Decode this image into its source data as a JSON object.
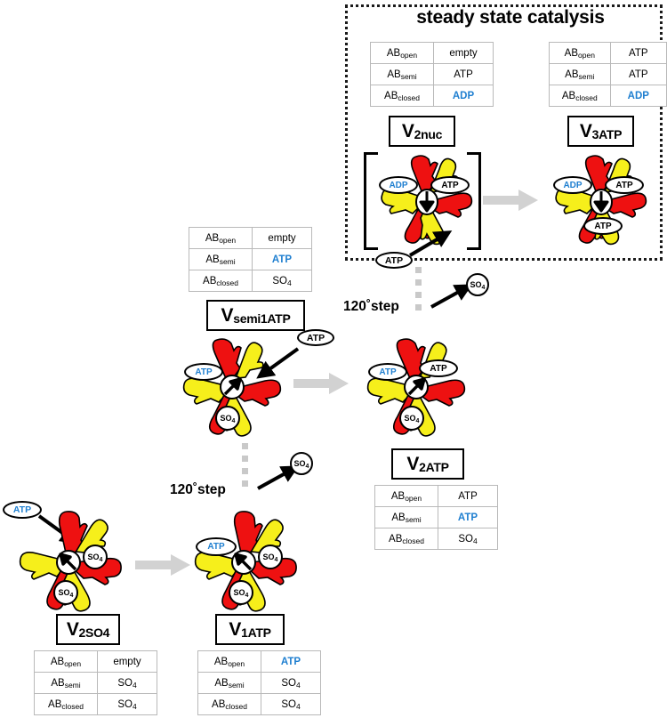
{
  "title": "steady state catalysis",
  "colors": {
    "subunit_red": "#ee1111",
    "subunit_yellow": "#f6ef1b",
    "highlight_blue": "#1f7fd0",
    "arrow_gray": "#d2d2d2",
    "dotted_gray": "#c9c9c9"
  },
  "row_keys": {
    "open": "AB",
    "open_sub": "open",
    "semi": "AB",
    "semi_sub": "semi",
    "closed": "AB",
    "closed_sub": "closed"
  },
  "labels": {
    "v_semi1atp_pre": "V",
    "v_semi1atp_sub": "semi1ATP",
    "v_2atp_pre": "V",
    "v_2atp_sub": "2ATP",
    "v_2so4_pre": "V",
    "v_2so4_sub": "2SO4",
    "v_1atp_pre": "V",
    "v_1atp_sub": "1ATP",
    "v_2nuc_pre": "V",
    "v_2nuc_sub": "2nuc",
    "v_3atp_pre": "V",
    "v_3atp_sub": "3ATP",
    "step_upper": "120˚step",
    "step_lower": "120˚step"
  },
  "molecules": {
    "atp": "ATP",
    "adp": "ADP",
    "so4_pre": "SO",
    "so4_sub": "4",
    "empty": "empty"
  },
  "tables": {
    "v2nuc": {
      "name": "V2nuc state table",
      "rows": [
        {
          "key_pre": "AB",
          "key_sub": "open",
          "value": "empty",
          "value_sub": "",
          "highlight": false
        },
        {
          "key_pre": "AB",
          "key_sub": "semi",
          "value": "ATP",
          "value_sub": "",
          "highlight": false
        },
        {
          "key_pre": "AB",
          "key_sub": "closed",
          "value": "ADP",
          "value_sub": "",
          "highlight": true
        }
      ]
    },
    "v3atp": {
      "name": "V3ATP state table",
      "rows": [
        {
          "key_pre": "AB",
          "key_sub": "open",
          "value": "ATP",
          "value_sub": "",
          "highlight": false
        },
        {
          "key_pre": "AB",
          "key_sub": "semi",
          "value": "ATP",
          "value_sub": "",
          "highlight": false
        },
        {
          "key_pre": "AB",
          "key_sub": "closed",
          "value": "ADP",
          "value_sub": "",
          "highlight": true
        }
      ]
    },
    "vsemi1atp": {
      "name": "Vsemi1ATP state table",
      "rows": [
        {
          "key_pre": "AB",
          "key_sub": "open",
          "value": "empty",
          "value_sub": "",
          "highlight": false
        },
        {
          "key_pre": "AB",
          "key_sub": "semi",
          "value": "ATP",
          "value_sub": "",
          "highlight": true
        },
        {
          "key_pre": "AB",
          "key_sub": "closed",
          "value": "SO",
          "value_sub": "4",
          "highlight": false
        }
      ]
    },
    "v2atp": {
      "name": "V2ATP state table",
      "rows": [
        {
          "key_pre": "AB",
          "key_sub": "open",
          "value": "ATP",
          "value_sub": "",
          "highlight": false
        },
        {
          "key_pre": "AB",
          "key_sub": "semi",
          "value": "ATP",
          "value_sub": "",
          "highlight": true
        },
        {
          "key_pre": "AB",
          "key_sub": "closed",
          "value": "SO",
          "value_sub": "4",
          "highlight": false
        }
      ]
    },
    "v2so4": {
      "name": "V2SO4 state table",
      "rows": [
        {
          "key_pre": "AB",
          "key_sub": "open",
          "value": "empty",
          "value_sub": "",
          "highlight": false
        },
        {
          "key_pre": "AB",
          "key_sub": "semi",
          "value": "SO",
          "value_sub": "4",
          "highlight": false
        },
        {
          "key_pre": "AB",
          "key_sub": "closed",
          "value": "SO",
          "value_sub": "4",
          "highlight": false
        }
      ]
    },
    "v1atp": {
      "name": "V1ATP state table",
      "rows": [
        {
          "key_pre": "AB",
          "key_sub": "open",
          "value": "ATP",
          "value_sub": "",
          "highlight": true
        },
        {
          "key_pre": "AB",
          "key_sub": "semi",
          "value": "SO",
          "value_sub": "4",
          "highlight": false
        },
        {
          "key_pre": "AB",
          "key_sub": "closed",
          "value": "SO",
          "value_sub": "4",
          "highlight": false
        }
      ]
    }
  },
  "structures": {
    "v2nuc": {
      "badges": [
        {
          "text": "ADP",
          "blue": true
        },
        {
          "text": "ATP",
          "blue": false
        }
      ],
      "rotor": "down-arrow"
    },
    "v3atp": {
      "badges": [
        {
          "text": "ADP",
          "blue": true
        },
        {
          "text": "ATP",
          "blue": false
        },
        {
          "text": "ATP",
          "blue": false
        }
      ],
      "rotor": "down-arrow"
    },
    "vsemi1atp": {
      "badges": [
        {
          "text": "ATP",
          "blue": true
        },
        {
          "text": "SO4",
          "blue": false
        }
      ],
      "rotor": "ne-arrow"
    },
    "v2atp": {
      "badges": [
        {
          "text": "ATP",
          "blue": true
        },
        {
          "text": "ATP",
          "blue": false
        },
        {
          "text": "SO4",
          "blue": false
        }
      ],
      "rotor": "ne-arrow"
    },
    "v2so4": {
      "badges": [
        {
          "text": "SO4",
          "blue": false
        },
        {
          "text": "SO4",
          "blue": false
        }
      ],
      "rotor": "nw-arrow"
    },
    "v1atp": {
      "badges": [
        {
          "text": "ATP",
          "blue": true
        },
        {
          "text": "SO4",
          "blue": false
        },
        {
          "text": "SO4",
          "blue": false
        }
      ],
      "rotor": "nw-arrow"
    }
  },
  "free_molecules": {
    "atp_to_v2nuc": "ATP",
    "atp_to_vsemi1atp": "ATP",
    "atp_to_v2so4": "ATP",
    "so4_released_upper_pre": "SO",
    "so4_released_upper_sub": "4",
    "so4_released_lower_pre": "SO",
    "so4_released_lower_sub": "4"
  }
}
